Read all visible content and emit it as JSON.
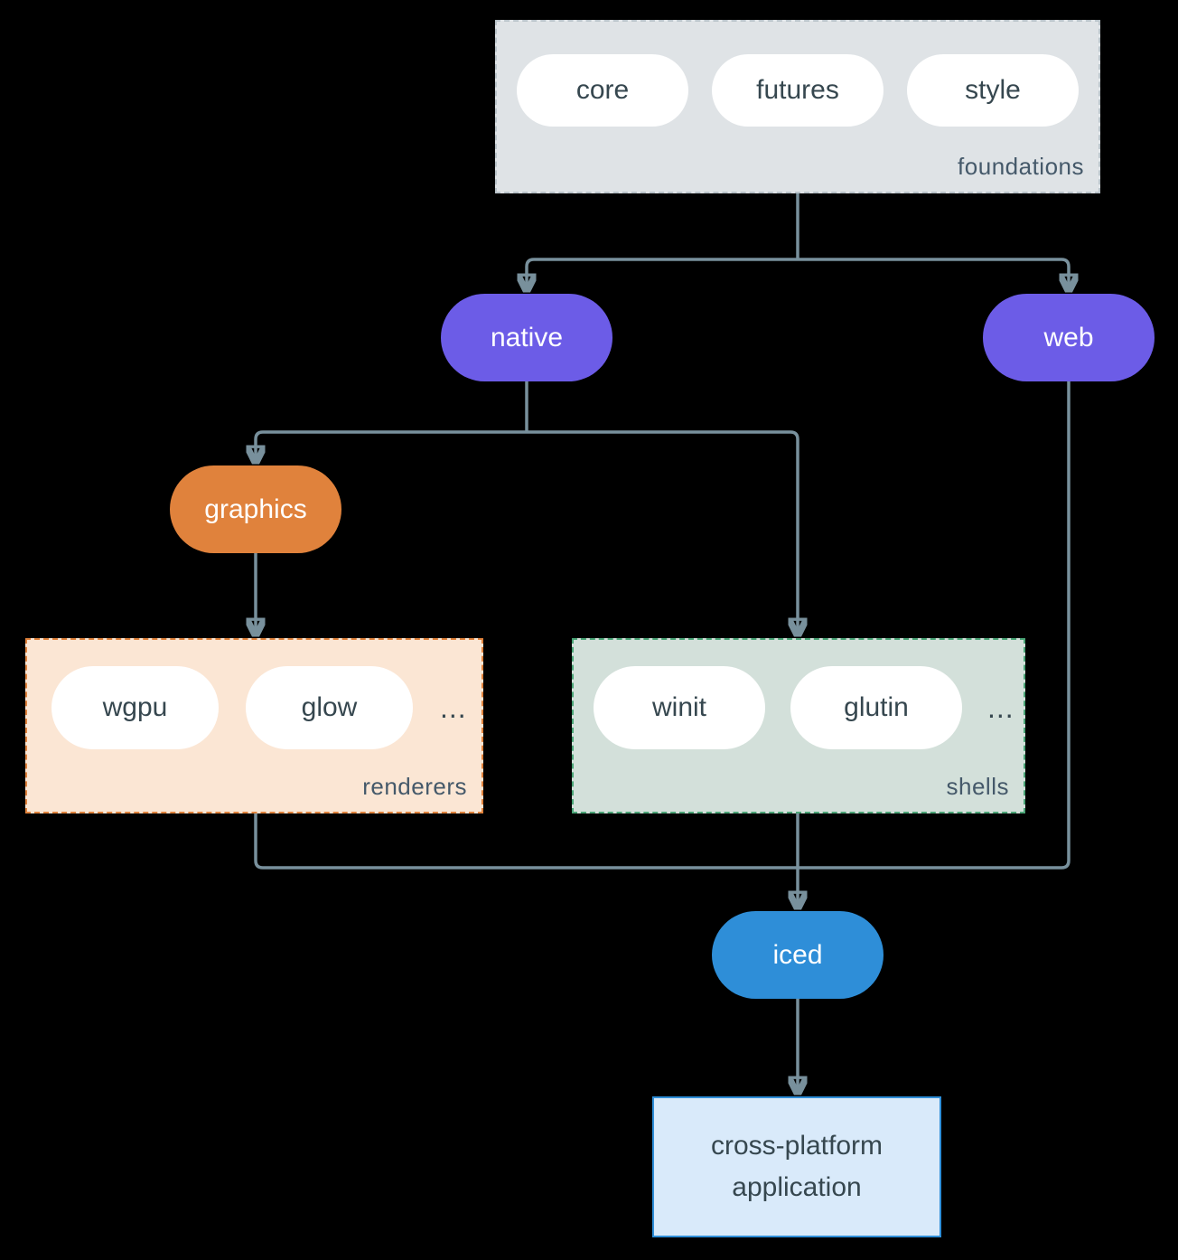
{
  "diagram": {
    "foundations": {
      "label": "foundations",
      "pills": [
        "core",
        "futures",
        "style"
      ]
    },
    "native": {
      "label": "native"
    },
    "web": {
      "label": "web"
    },
    "graphics": {
      "label": "graphics"
    },
    "renderers": {
      "label": "renderers",
      "pills": [
        "wgpu",
        "glow"
      ],
      "ellipsis": "..."
    },
    "shells": {
      "label": "shells",
      "pills": [
        "winit",
        "glutin"
      ],
      "ellipsis": "..."
    },
    "iced": {
      "label": "iced"
    },
    "application": {
      "label": "cross-platform application"
    }
  },
  "colors": {
    "background": "#000000",
    "foundations_box_bg": "#dfe3e6",
    "foundations_border": "#b9c3c9",
    "pill_bg": "#ffffff",
    "pill_text": "#36474f",
    "purple_node": "#6c5ce7",
    "orange_node": "#e0823c",
    "renderers_box_bg": "#fbe6d4",
    "renderers_border": "#e0823c",
    "shells_box_bg": "#d3e0da",
    "shells_border": "#4ba577",
    "blue_node": "#2e8ed8",
    "application_box_bg": "#d9eafa",
    "application_border": "#2e8ed8",
    "arrow": "#78909c"
  }
}
